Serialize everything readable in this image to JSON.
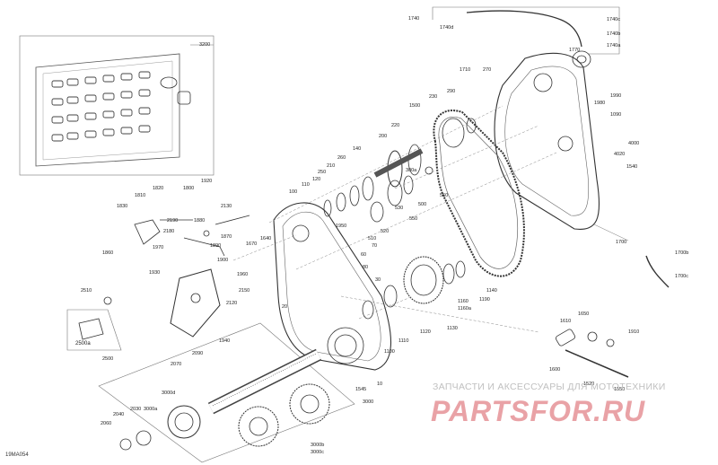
{
  "diagram_ref": "19MA054",
  "watermark": {
    "caption": "ЗАПЧАСТИ И АКСЕССУАРЫ ДЛЯ МОТОТЕХНИКИ",
    "logo": "PARTSFOR.RU"
  },
  "part_numbers": {
    "p3200": "3200",
    "p1740": "1740",
    "p1740d": "1740d",
    "p1740c": "1740c",
    "p1740b": "1740b",
    "p1740a": "1740a",
    "p1770": "1770",
    "p1990": "1990",
    "p1980": "1980",
    "p1090": "1090",
    "p4000": "4000",
    "p4020": "4020",
    "p1540": "1540",
    "p1710": "1710",
    "p270": "270",
    "p290": "290",
    "p230": "230",
    "p1500": "1500",
    "p220": "220",
    "p200": "200",
    "p140": "140",
    "p260": "260",
    "p210": "210",
    "p250": "250",
    "p120": "120",
    "p110": "110",
    "p100": "100",
    "p300a": "300a",
    "p560": "560",
    "p500": "500",
    "p530": "530",
    "p550": "550",
    "p520": "520",
    "p510": "510",
    "p1950": "1950",
    "p70": "70",
    "p60": "60",
    "p80": "80",
    "p1700": "1700",
    "p1700b": "1700b",
    "p1700c": "1700c",
    "p1810": "1810",
    "p1820": "1820",
    "p1830": "1830",
    "p1800": "1800",
    "p1920": "1920",
    "p2130": "2130",
    "p2190": "2190",
    "p1880": "1880",
    "p2180": "2180",
    "p1860": "1860",
    "p1970": "1970",
    "p1890": "1890",
    "p1870": "1870",
    "p1670": "1670",
    "p1640": "1640",
    "p1900": "1900",
    "p1960": "1960",
    "p1930": "1930",
    "p2150": "2150",
    "p2120": "2120",
    "p2510": "2510",
    "p2500a": "2500a",
    "p2500": "2500",
    "p1940": "1940",
    "p2090": "2090",
    "p2070": "2070",
    "p30": "30",
    "p20": "20",
    "p1160": "1160",
    "p1160a": "1160a",
    "p1190": "1190",
    "p1140": "1140",
    "p1130": "1130",
    "p1120": "1120",
    "p1110": "1110",
    "p1100": "1100",
    "p1650": "1650",
    "p1610": "1610",
    "p1910": "1910",
    "p1600": "1600",
    "p1520": "1520",
    "p1550": "1550",
    "p1545": "1545",
    "p10": "10",
    "p3000d": "3000d",
    "p3000": "3000",
    "p3000a": "3000a",
    "p2030": "2030",
    "p2040": "2040",
    "p2060": "2060",
    "p3000b": "3000b",
    "p3000c": "3000c"
  }
}
